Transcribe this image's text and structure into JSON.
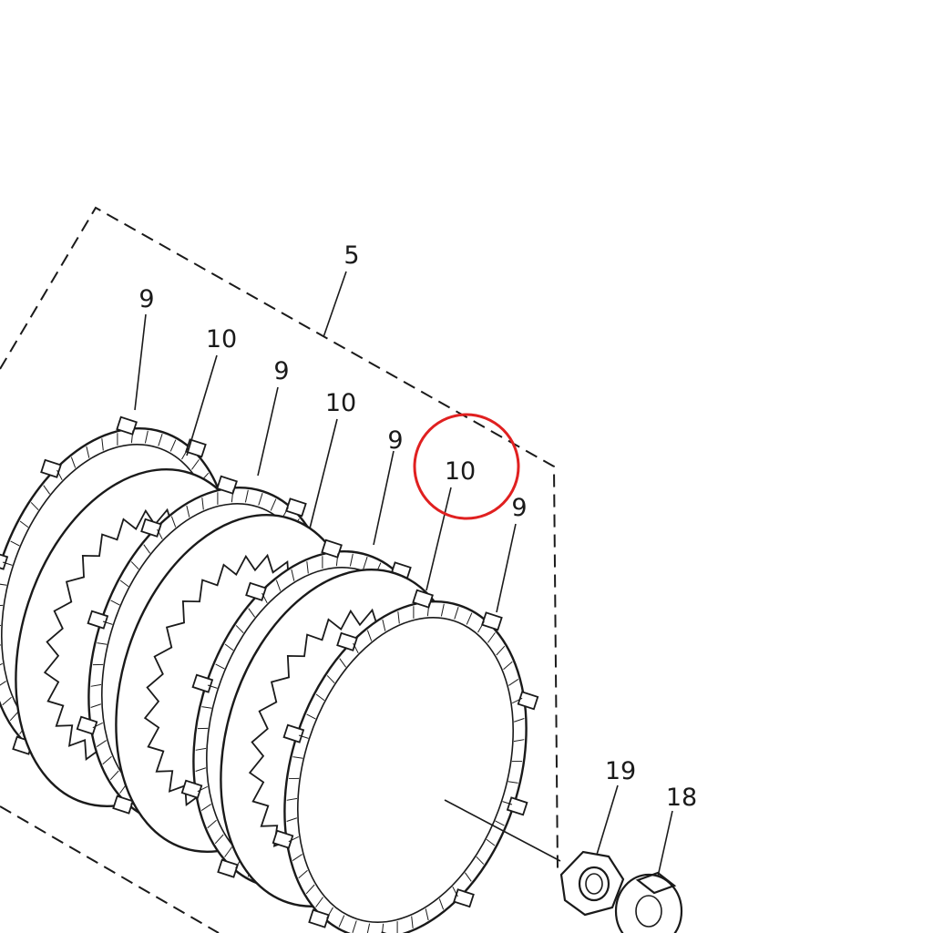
{
  "diagram": {
    "callouts": {
      "assembly": "5",
      "plate_a1": "9",
      "plate_b1": "10",
      "plate_a2": "9",
      "plate_b2": "10",
      "plate_a3": "9",
      "plate_b3": "10",
      "plate_a4": "9",
      "nut": "19",
      "washer": "18"
    },
    "highlighted_callout": "10",
    "highlight_color": "#e02020",
    "line_color": "#1a1a1a"
  }
}
